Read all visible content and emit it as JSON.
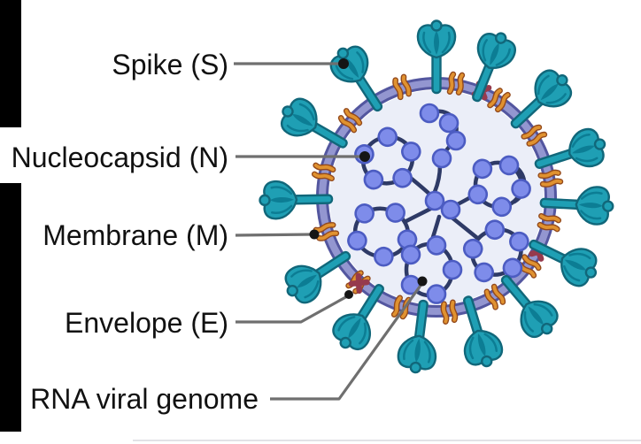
{
  "figure": {
    "labels": [
      {
        "id": "spike",
        "text": "Spike (S)"
      },
      {
        "id": "nucleocapsid",
        "text": "Nucleocapsid (N)"
      },
      {
        "id": "membrane",
        "text": "Membrane (M)"
      },
      {
        "id": "envelope",
        "text": "Envelope (E)"
      },
      {
        "id": "rna",
        "text": "RNA viral genome"
      }
    ],
    "colors": {
      "background": "#ffffff",
      "label_text": "#111111",
      "leader_line": "#6f6f6f",
      "callout_dot": "#151515",
      "left_bar": "#000000",
      "spike_teal": "#1f9fb4",
      "spike_dark": "#0c7d94",
      "spike_outline": "#11677a",
      "membrane_line": "#53569f",
      "membrane_band": "#9396d0",
      "interior_fill": "#ebeef8",
      "m_protein": "#e09230",
      "m_protein_outline": "#93491c",
      "e_protein": "#963a4d",
      "bead_fill": "#7e8cea",
      "bead_outline": "#4c5cc2",
      "rna_strand": "#2e3a66",
      "footer_hairline": "#e2e2e6"
    }
  }
}
